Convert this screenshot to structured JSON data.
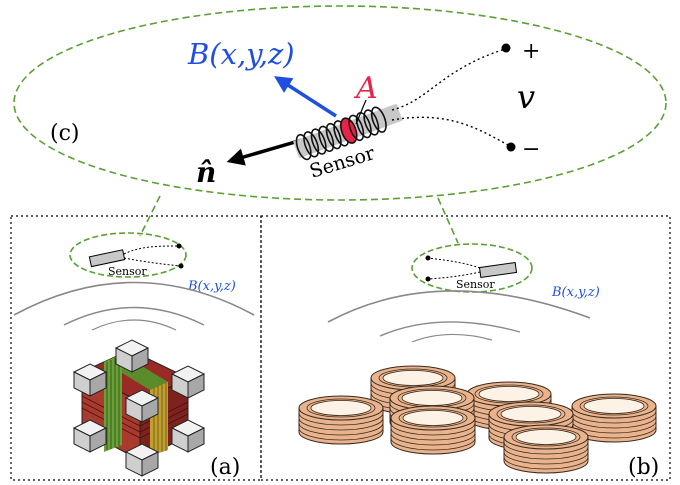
{
  "panel_c": {
    "label": "(c)",
    "field_vector": "B(x,y,z)",
    "normal_vector": "n̂",
    "area_label": "A",
    "sensor_label": "Sensor",
    "voltage_label": "v",
    "plus_sign": "+",
    "minus_sign": "−"
  },
  "panel_a": {
    "label": "(a)",
    "sensor_label": "Sensor",
    "field_label": "B(x,y,z)"
  },
  "panel_b": {
    "label": "(b)",
    "sensor_label": "Sensor",
    "field_label": "B(x,y,z)"
  },
  "colors": {
    "field_blue": "#1f4fe0",
    "area_red": "#e8234a",
    "callout_green": "#5aa033",
    "coil_copper": "#e9b48d",
    "coil_inner": "#fdf2e6"
  }
}
